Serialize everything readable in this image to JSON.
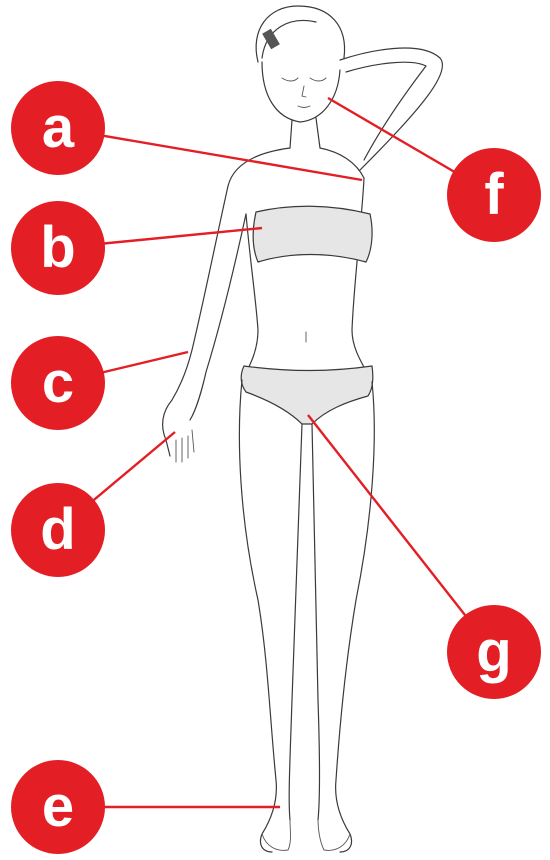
{
  "colors": {
    "marker": "#e31e24",
    "marker_text": "#ffffff",
    "leader_line": "#e31e24",
    "figure_line": "#3a3a3a",
    "garment_fill": "#e6e6e6"
  },
  "markers": [
    {
      "id": "a",
      "label": "a",
      "target": "underarm"
    },
    {
      "id": "b",
      "label": "b",
      "target": "chest"
    },
    {
      "id": "c",
      "label": "c",
      "target": "arm"
    },
    {
      "id": "d",
      "label": "d",
      "target": "hand"
    },
    {
      "id": "e",
      "label": "e",
      "target": "foot"
    },
    {
      "id": "f",
      "label": "f",
      "target": "face"
    },
    {
      "id": "g",
      "label": "g",
      "target": "bikini-area"
    }
  ]
}
